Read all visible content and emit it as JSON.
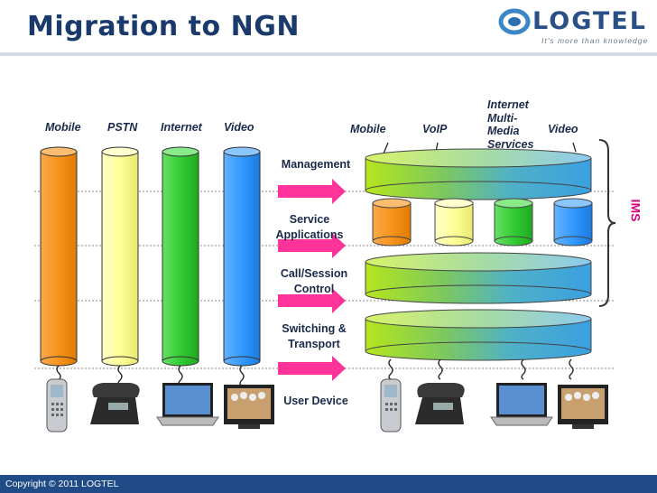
{
  "title": "Migration to NGN",
  "logo": {
    "name": "LOGTEL",
    "tagline": "It's more than knowledge"
  },
  "left_labels": [
    "Mobile",
    "PSTN",
    "Internet",
    "Video"
  ],
  "right_labels": [
    "Mobile",
    "VoIP",
    "Internet Multi-Media Services",
    "Video"
  ],
  "right_label_lines": [
    "Internet",
    "Multi-",
    "Media",
    "Services"
  ],
  "layers": {
    "management": "Management",
    "service_1": "Service",
    "service_2": "Applications",
    "call_1": "Call/Session",
    "call_2": "Control",
    "switch_1": "Switching &",
    "switch_2": "Transport",
    "user_device": "User Device"
  },
  "ims": "IMS",
  "footer": "Copyright © 2011 LOGTEL",
  "colors": {
    "title": "#1a3a6b",
    "mobile": "#f7941d",
    "pstn": "#ffff99",
    "internet": "#33cc33",
    "video": "#3399ff",
    "arrow": "#ff3399",
    "ims": "#e0007a",
    "footer_bar": "#1f4c86"
  },
  "icons": [
    "mobile-phone-icon",
    "desk-phone-icon",
    "laptop-icon",
    "tv-icon"
  ]
}
